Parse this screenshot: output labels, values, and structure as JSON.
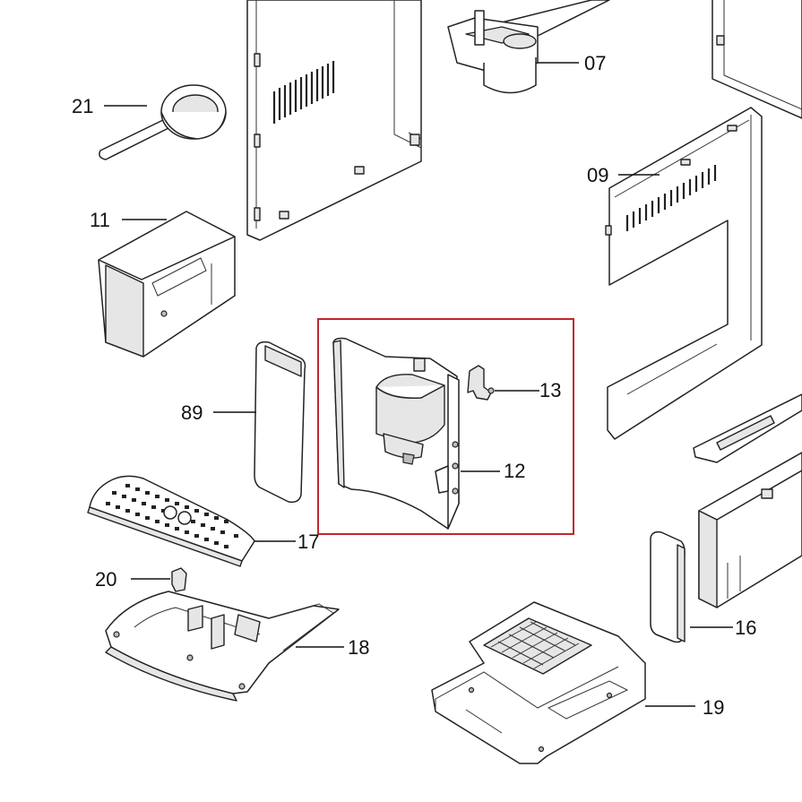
{
  "parts": [
    {
      "id": "p21",
      "label": "21"
    },
    {
      "id": "p07",
      "label": "07"
    },
    {
      "id": "p11",
      "label": "11"
    },
    {
      "id": "p09",
      "label": "09"
    },
    {
      "id": "p89",
      "label": "89"
    },
    {
      "id": "p13",
      "label": "13"
    },
    {
      "id": "p12",
      "label": "12"
    },
    {
      "id": "p17",
      "label": "17"
    },
    {
      "id": "p20",
      "label": "20"
    },
    {
      "id": "p18",
      "label": "18"
    },
    {
      "id": "p16",
      "label": "16"
    },
    {
      "id": "p19",
      "label": "19"
    }
  ],
  "highlight": {
    "color": "#c0272d"
  }
}
